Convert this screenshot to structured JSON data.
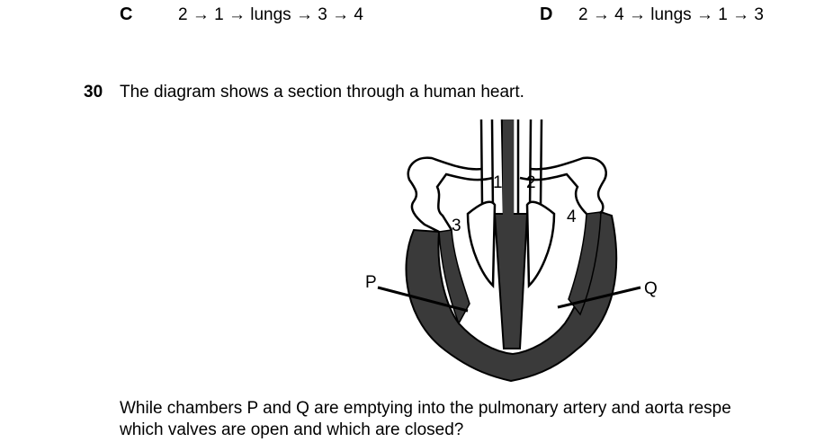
{
  "options_row": {
    "c": {
      "letter": "C",
      "text": "2 → 1 → lungs → 3 → 4"
    },
    "d": {
      "letter": "D",
      "text": "2 → 4 → lungs → 1 → 3"
    }
  },
  "question": {
    "number": "30",
    "stem": "The diagram shows a section through a human heart.",
    "follow_line1": "While chambers P and Q are emptying into the pulmonary artery and aorta respe",
    "follow_line2": "which valves are open and which are closed?"
  },
  "diagram": {
    "labels": {
      "v1": "1",
      "v2": "2",
      "v3": "3",
      "v4": "4",
      "p": "P",
      "q": "Q"
    },
    "colors": {
      "muscle": "#3a3a3a",
      "outline": "#000000",
      "cavity": "#ffffff"
    }
  }
}
